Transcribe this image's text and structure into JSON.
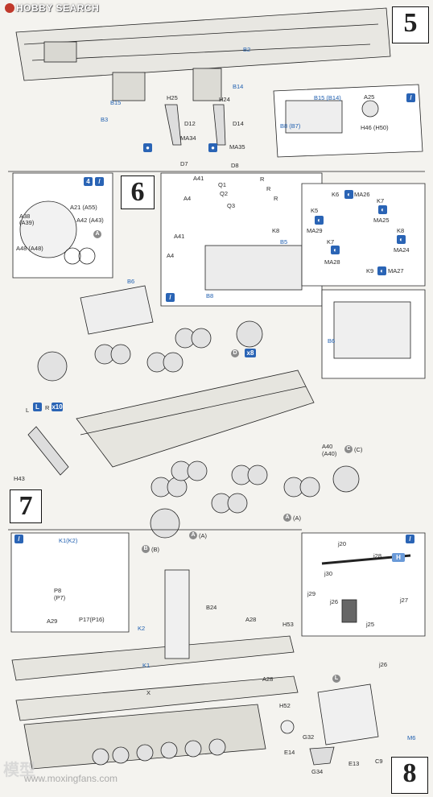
{
  "header": {
    "logo_text": "HOBBY SEARCH"
  },
  "steps": {
    "s5": "5",
    "s6": "6",
    "s7": "7",
    "s8": "8"
  },
  "step5": {
    "labels": [
      "B2",
      "B14",
      "B15",
      "H25",
      "H24",
      "B3",
      "D12",
      "D14",
      "MA34",
      "MA35",
      "D7",
      "D8"
    ],
    "inset": [
      "B15 (B14)",
      "A25",
      "B8 (B7)",
      "H46 (H50)"
    ]
  },
  "step6": {
    "left_inset": [
      "A21 (A55)",
      "A38",
      "(A39)",
      "A42 (A43)",
      "A48 (A48)",
      "A"
    ],
    "parts": [
      "A41",
      "A4",
      "Q1",
      "Q2",
      "Q3",
      "R",
      "R",
      "R",
      "K8",
      "B5",
      "A41",
      "A4",
      "B8",
      "B6"
    ],
    "right_inset": [
      "K6",
      "MA26",
      "K5",
      "MA29",
      "K7",
      "MA25",
      "K7",
      "MA28",
      "K8",
      "MA24",
      "K9",
      "MA27"
    ],
    "b6_inset": "B6",
    "misc": [
      "D",
      "x8",
      "L",
      "R",
      "x10",
      "H43",
      "A40",
      "(A40)",
      "C",
      "(C)",
      "A",
      "(A)",
      "A",
      "(A)",
      "B",
      "(B)"
    ]
  },
  "step7": {
    "inset": [
      "K1(K2)",
      "P8",
      "(P7)",
      "A29",
      "P17(P16)"
    ],
    "main": [
      "B24",
      "A28",
      "H53",
      "K2",
      "K1",
      "X",
      "A28",
      "H52"
    ]
  },
  "step8": {
    "inset": [
      "j20",
      "j28",
      "j30",
      "j29",
      "j26",
      "j25",
      "j27",
      "H"
    ],
    "main": [
      "j26",
      "L",
      "M6",
      "G32",
      "E14",
      "E13",
      "C9",
      "G34"
    ]
  },
  "watermark": "www.moxingfans.com",
  "watermark_cn": "模型"
}
